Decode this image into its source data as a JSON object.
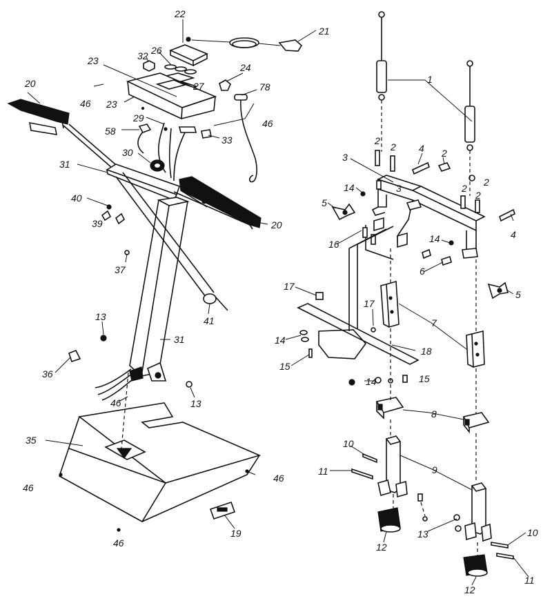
{
  "diagram": {
    "callouts": [
      {
        "id": "c22a",
        "text": "22"
      },
      {
        "id": "c21",
        "text": "21"
      },
      {
        "id": "c26",
        "text": "26"
      },
      {
        "id": "c32",
        "text": "32"
      },
      {
        "id": "c23a",
        "text": "23"
      },
      {
        "id": "c24",
        "text": "24"
      },
      {
        "id": "c27",
        "text": "27"
      },
      {
        "id": "c78",
        "text": "78"
      },
      {
        "id": "c20a",
        "text": "20"
      },
      {
        "id": "c46a",
        "text": "46"
      },
      {
        "id": "c23b",
        "text": "23"
      },
      {
        "id": "c46b",
        "text": "46"
      },
      {
        "id": "c29",
        "text": "29"
      },
      {
        "id": "c58",
        "text": "58"
      },
      {
        "id": "c33",
        "text": "33"
      },
      {
        "id": "c30",
        "text": "30"
      },
      {
        "id": "c31a",
        "text": "31"
      },
      {
        "id": "c40",
        "text": "40"
      },
      {
        "id": "c20b",
        "text": "20"
      },
      {
        "id": "c39",
        "text": "39"
      },
      {
        "id": "c37",
        "text": "37"
      },
      {
        "id": "c41",
        "text": "41"
      },
      {
        "id": "c13a",
        "text": "13"
      },
      {
        "id": "c31b",
        "text": "31"
      },
      {
        "id": "c36",
        "text": "36"
      },
      {
        "id": "c46c",
        "text": "46"
      },
      {
        "id": "c13b",
        "text": "13"
      },
      {
        "id": "c35",
        "text": "35"
      },
      {
        "id": "c46d",
        "text": "46"
      },
      {
        "id": "c46e",
        "text": "46"
      },
      {
        "id": "c19",
        "text": "19"
      },
      {
        "id": "c46f",
        "text": "46"
      },
      {
        "id": "c1",
        "text": "1"
      },
      {
        "id": "c2a",
        "text": "2"
      },
      {
        "id": "c2b",
        "text": "2"
      },
      {
        "id": "c4a",
        "text": "4"
      },
      {
        "id": "c2c",
        "text": "2"
      },
      {
        "id": "c3a",
        "text": "3"
      },
      {
        "id": "c2d",
        "text": "2"
      },
      {
        "id": "c14a",
        "text": "14"
      },
      {
        "id": "c3b",
        "text": "3"
      },
      {
        "id": "c2e",
        "text": "2"
      },
      {
        "id": "c2f",
        "text": "2"
      },
      {
        "id": "c5a",
        "text": "5"
      },
      {
        "id": "c4b",
        "text": "4"
      },
      {
        "id": "c16",
        "text": "16"
      },
      {
        "id": "c14b",
        "text": "14"
      },
      {
        "id": "c6",
        "text": "6"
      },
      {
        "id": "c5b",
        "text": "5"
      },
      {
        "id": "c17a",
        "text": "17"
      },
      {
        "id": "c17b",
        "text": "17"
      },
      {
        "id": "c7",
        "text": "7"
      },
      {
        "id": "c14c",
        "text": "14"
      },
      {
        "id": "c18",
        "text": "18"
      },
      {
        "id": "c15a",
        "text": "15"
      },
      {
        "id": "c14d",
        "text": "14"
      },
      {
        "id": "c15b",
        "text": "15"
      },
      {
        "id": "c8",
        "text": "8"
      },
      {
        "id": "c10a",
        "text": "10"
      },
      {
        "id": "c11a",
        "text": "11"
      },
      {
        "id": "c9",
        "text": "9"
      },
      {
        "id": "c12a",
        "text": "12"
      },
      {
        "id": "c13c",
        "text": "13"
      },
      {
        "id": "c10b",
        "text": "10"
      },
      {
        "id": "c12b",
        "text": "12"
      },
      {
        "id": "c11b",
        "text": "11"
      }
    ]
  }
}
